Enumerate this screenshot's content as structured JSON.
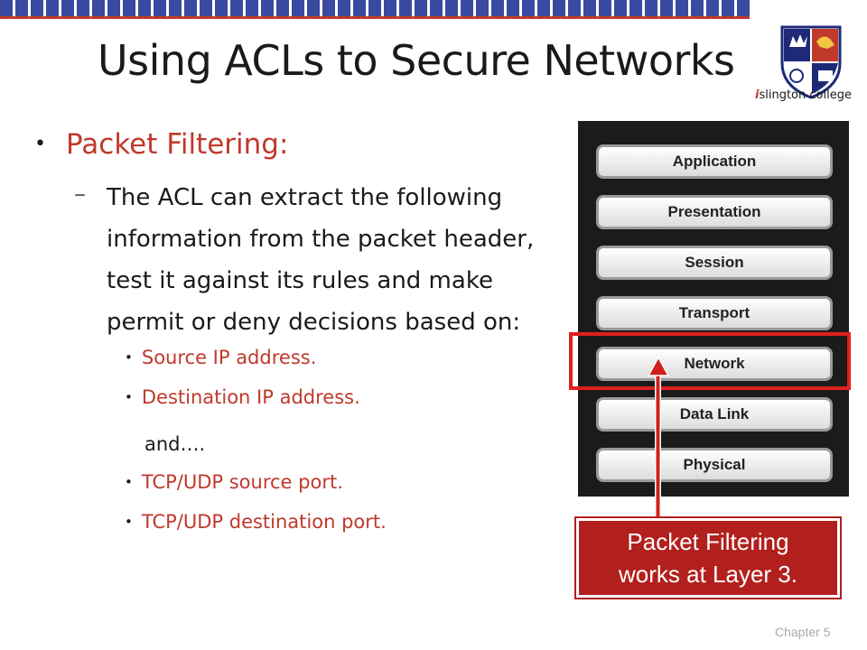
{
  "slide": {
    "title": "Using ACLs to Secure Networks",
    "logo_text_prefix": "i",
    "logo_text": "slington college",
    "bullet": "Packet Filtering:",
    "sub_dash": "–",
    "sub_lines": [
      "The ACL can extract the following",
      "information from the packet header,",
      "test it against its rules and make",
      "permit or deny decisions based on:"
    ],
    "items": [
      "Source IP address.",
      "Destination IP address.",
      "and….",
      "TCP/UDP source port.",
      "TCP/UDP destination port."
    ],
    "osi_layers": [
      "Application",
      "Presentation",
      "Session",
      "Transport",
      "Network",
      "Data Link",
      "Physical"
    ],
    "callout_lines": [
      "Packet Filtering",
      "works at Layer 3."
    ],
    "footer": "Chapter 5",
    "colors": {
      "accent": "#c0392b",
      "highlight": "#e02020",
      "callout": "#b2201d"
    }
  }
}
